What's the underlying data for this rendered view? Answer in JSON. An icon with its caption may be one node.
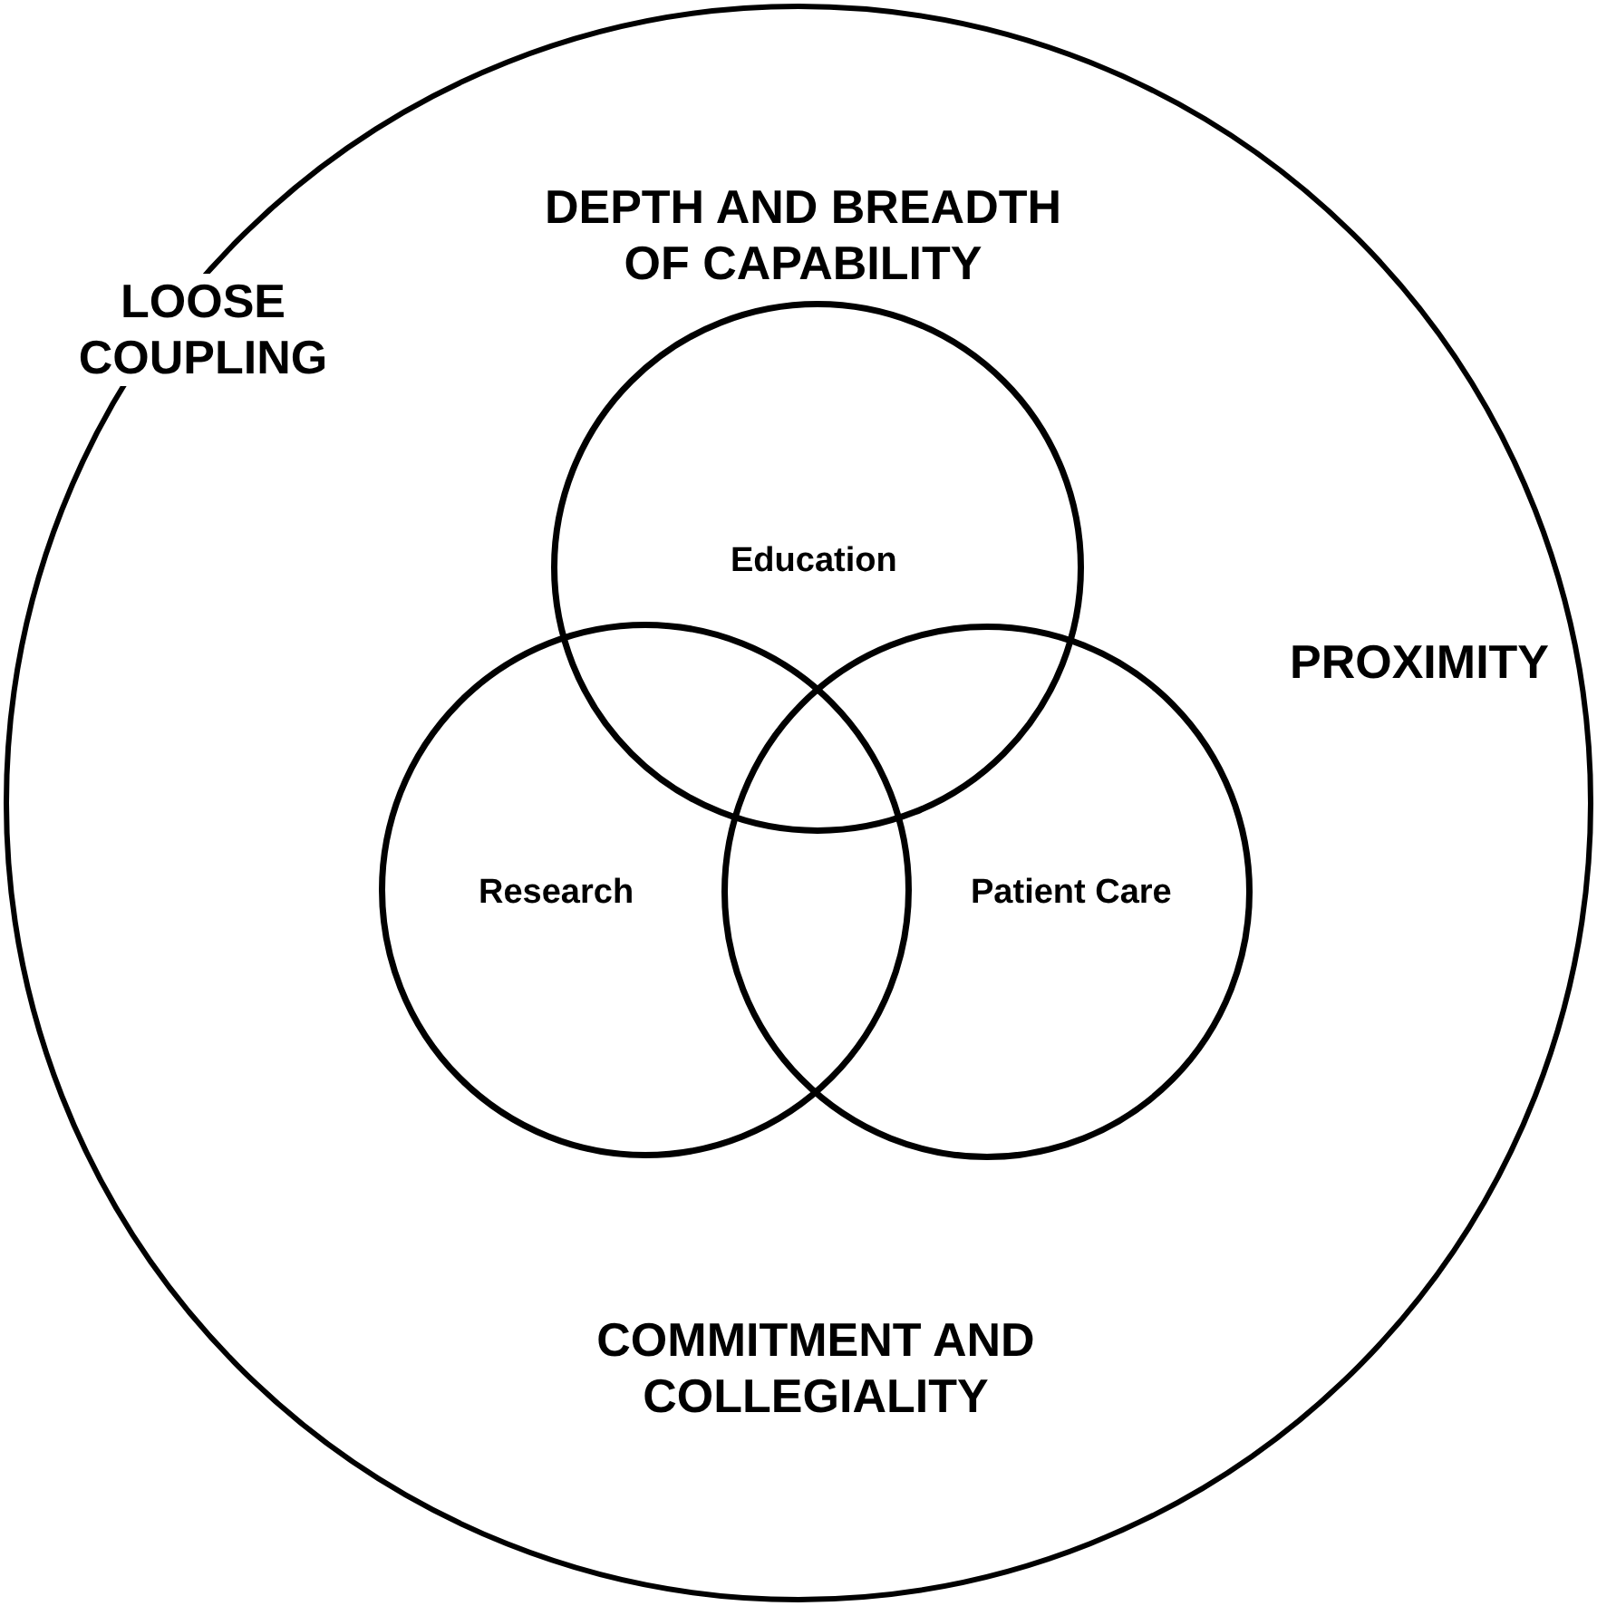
{
  "diagram": {
    "nodes": [
      {
        "text": [
          "DEPTH AND BREADTH OF CAPABILITY",
          "LOOSE COUPLING",
          "PROXIMITY",
          "COMMITMENT AND COLLEGIALITY"
        ]
      },
      {
        "text": [
          "Education"
        ],
        "in": 0
      },
      {
        "text": [
          "Research"
        ],
        "in": 0
      },
      {
        "text": [
          "Patient Care"
        ],
        "in": 0
      }
    ]
  }
}
